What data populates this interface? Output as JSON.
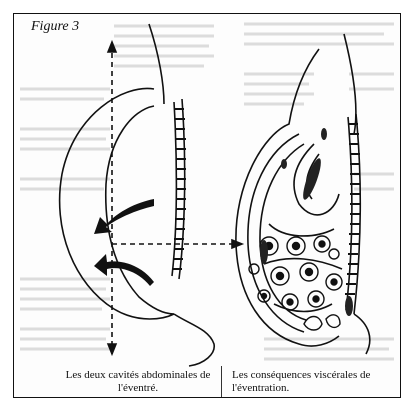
{
  "figure": {
    "label": "Figure 3"
  },
  "captions": {
    "left": "Les deux cavités abdominales de l'éventré.",
    "right": "Les conséquences viscérales de l'éventration."
  },
  "colors": {
    "ink": "#111111",
    "paper": "#fdfdfd",
    "ghost_text": "#d9d9d9"
  }
}
